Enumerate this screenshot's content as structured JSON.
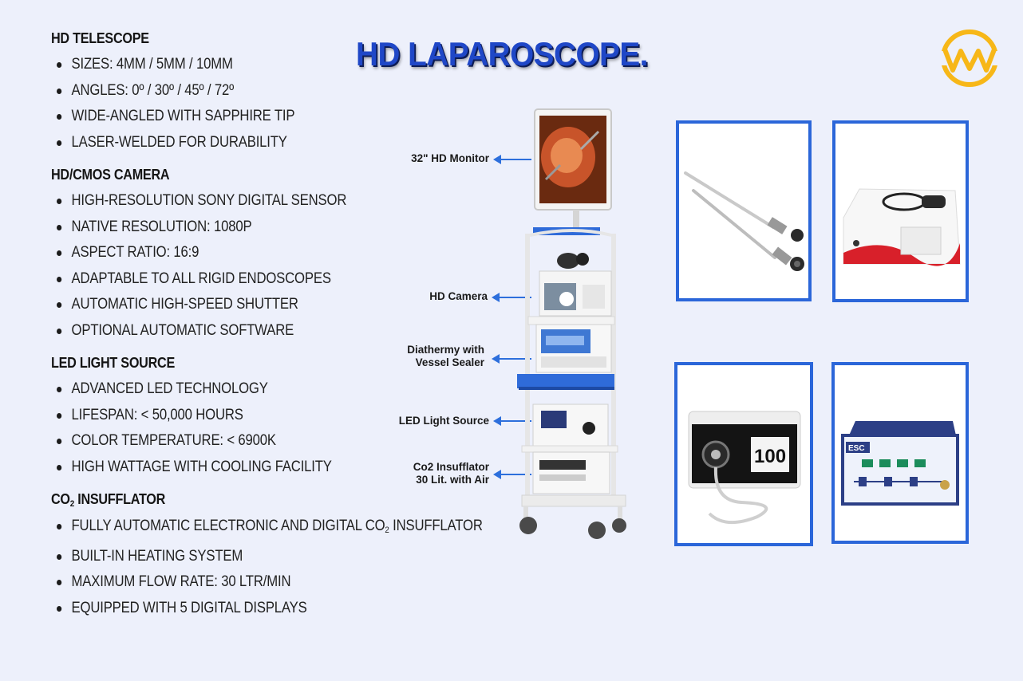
{
  "title": "HD LAPAROSCOPE.",
  "logo_icon": "wm-logo-icon",
  "colors": {
    "accent": "#2b66d9",
    "title": "#1f47c7",
    "background": "#edf0fb"
  },
  "sections": [
    {
      "heading": "HD TELESCOPE",
      "items": [
        "SIZES: 4MM / 5MM / 10MM",
        "ANGLES: 0º / 30º / 45º / 72º",
        "WIDE-ANGLED WITH SAPPHIRE TIP",
        "LASER-WELDED FOR DURABILITY"
      ]
    },
    {
      "heading": "HD/CMOS CAMERA",
      "items": [
        "HIGH-RESOLUTION SONY DIGITAL SENSOR",
        "NATIVE RESOLUTION: 1080P",
        "ASPECT RATIO: 16:9",
        "ADAPTABLE TO ALL RIGID ENDOSCOPES",
        "AUTOMATIC HIGH-SPEED SHUTTER",
        "OPTIONAL AUTOMATIC SOFTWARE"
      ]
    },
    {
      "heading": "LED LIGHT SOURCE",
      "items": [
        "ADVANCED LED TECHNOLOGY",
        "LIFESPAN: < 50,000 HOURS",
        "COLOR TEMPERATURE: < 6900K",
        "HIGH WATTAGE WITH COOLING FACILITY"
      ]
    }
  ],
  "co2_section": {
    "heading_pre": "CO",
    "heading_sub": "2",
    "heading_post": " INSUFFLATOR",
    "item1_pre": "FULLY AUTOMATIC ELECTRONIC AND DIGITAL CO",
    "item1_sub": "2",
    "item1_post": " INSUFFLATOR",
    "items": [
      "BUILT-IN HEATING SYSTEM",
      "MAXIMUM FLOW RATE: 30 LTR/MIN",
      "EQUIPPED WITH 5 DIGITAL DISPLAYS"
    ]
  },
  "tower_labels": {
    "monitor": "32\" HD Monitor",
    "camera": "HD Camera",
    "diathermy_line1": "Diathermy with",
    "diathermy_line2": "Vessel Sealer",
    "led": "LED Light Source",
    "co2_line1": "Co2 Insufflator",
    "co2_line2": "30 Lit. with Air"
  },
  "light_source_display": "100",
  "insufflator_brand": "ESC"
}
